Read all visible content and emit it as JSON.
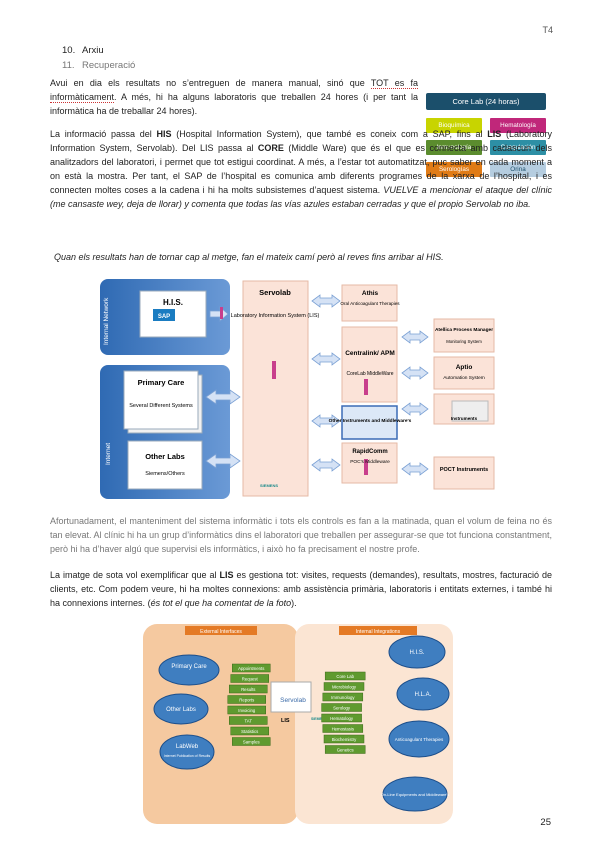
{
  "header": {
    "tag": "T4"
  },
  "toc": [
    {
      "num": "10.",
      "label": "Arxiu"
    },
    {
      "num": "11.",
      "label": "Recuperació"
    }
  ],
  "para1": {
    "a": "Avui en dia els resultats no s’entreguen de manera manual, sinó que ",
    "u": "TOT es fa informàticament",
    "b": ". A més, hi ha alguns laboratoris que treballen 24 hores (i per tant la informàtica ha de treballar 24 hores)."
  },
  "para2": {
    "t1": "La informació passa del ",
    "his": "HIS",
    "t2": " (Hospital Information System), que també es coneix com a SAP, fins al ",
    "lis": "LIS",
    "t3": " (Laboratory Information System, Servolab). Del LIS passa al ",
    "core": "CORE",
    "t4": " (Middle Ware) que és el que es connecta amb cadascun dels analitzadors del laboratori, i permet que tot estigui coordinat. A més, a l’estar tot automatitzat, puc saber en cada moment a on està la mostra. Per tant, el SAP de l’hospital es comunica amb diferents programes de la xarxa de l’hospital, i es connecten moltes coses a la cadena i hi ha molts subsistemes d’aquest sistema. ",
    "it": "VUELVE a mencionar el ataque del clínic (me cansaste wey, deja de llorar) y comenta que todas las vías azules estaban cerradas y que el propio Servolab no iba."
  },
  "para3": "Quan els resultats han de tornar cap al metge, fan el mateix camí però al reves fins arribar al HIS.",
  "core_lab": {
    "title": "Core Lab (24 horas)",
    "cells": [
      {
        "label": "Bioquímica",
        "color": "#c8d400"
      },
      {
        "label": "Hematología",
        "color": "#c0277a"
      },
      {
        "label": "Inmunología",
        "color": "#5b8c2e"
      },
      {
        "label": "Coagulación",
        "color": "#2d8fa5"
      },
      {
        "label": "Serologías",
        "color": "#e07b16"
      },
      {
        "label": "Orina",
        "color": "#b5cde0"
      }
    ]
  },
  "fig1": {
    "internal_network": "Internal Network",
    "internet": "Internet",
    "his": "H.I.S.",
    "sap": "SAP",
    "primary_care": "Primary Care",
    "primary_care_sub": "Several Different Systems",
    "other_labs": "Other Labs",
    "other_labs_sub": "Siemens/Others",
    "servolab": "Servolab",
    "servolab_sub": "Laboratory Information System (LIS)",
    "athis": "Athis",
    "athis_sub": "Oral Anticoagulant Therapies",
    "centralink": "Centralink/ APM",
    "centralink_sub": "CoreLab MiddleWare",
    "other_instr": "Other Instruments and Middleware's",
    "rapidcomm": "RapidComm",
    "rapidcomm_sub": "POC's Middleware",
    "atellica": "Atellica Process Manager",
    "atellica_sub": "Monitoring System",
    "aptio": "Aptio",
    "aptio_sub": "Automation System",
    "instruments": "Instruments",
    "poct": "POCT Instruments",
    "siemens": "SIEMENS"
  },
  "para4": "Afortunadament, el manteniment del sistema informàtic i tots els controls es fan a la matinada, quan el volum de feina no és tan elevat. Al clínic hi ha un grup d’informàtics dins el laboratori que treballen per assegurar-se que tot funciona constantment, però hi ha d’haver algú que supervisi els informàtics, i això ho fa precisament el nostre profe.",
  "para5": {
    "t1": "La imatge de sota vol exemplificar que al ",
    "lis": "LIS",
    "t2": " es gestiona tot: visites, requests (demandes), resultats, mostres, facturació de clients, etc. Com podem veure, hi ha moltes connexions: amb assistència primària, laboratoris i entitats externes, i també hi ha connexions internes. (",
    "it": "és tot el que ha comentat de la foto",
    "t3": ")."
  },
  "fig2": {
    "ext": "External Interfaces",
    "int": "Internal Integrations",
    "left_circles": [
      "Primary Care",
      "Other Labs",
      "LabWeb"
    ],
    "labweb_sub": "Internet Publication of Results",
    "right_circles": [
      "H.I.S.",
      "H.L.A.",
      "Anticoagulant Therapies",
      "On-Line Equipments and Middleware's"
    ],
    "left_items": [
      "Appointments",
      "Request",
      "Results",
      "Reports",
      "Invoicing",
      "TAT",
      "Statistics",
      "Samples"
    ],
    "right_items": [
      "Core Lab",
      "Microbiology",
      "Immunology",
      "Serology",
      "Hematology",
      "Hemostasis",
      "Biochemistry",
      "Genetics"
    ],
    "servolab": "Servolab",
    "lis": "LIS",
    "siemens": "SIEMENS"
  },
  "page_number": "25"
}
